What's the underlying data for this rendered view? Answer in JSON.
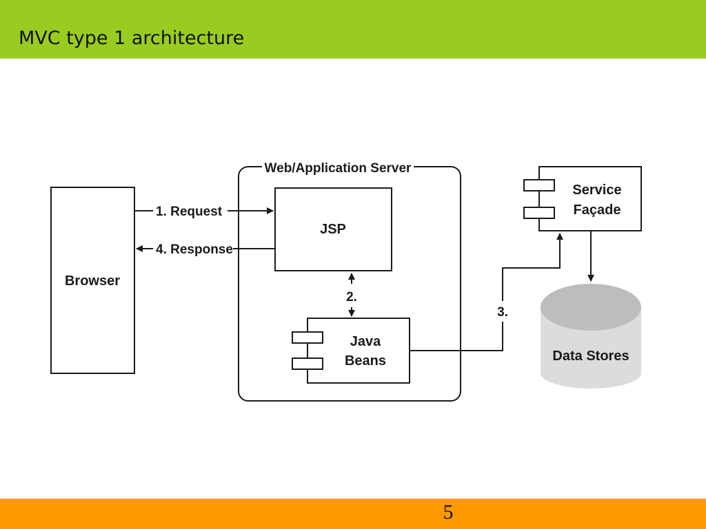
{
  "slide": {
    "title": "MVC type 1 architecture",
    "page_number": "5"
  },
  "diagram": {
    "server_label": "Web/Application Server",
    "browser": "Browser",
    "jsp": "JSP",
    "java_beans": [
      "Java",
      "Beans"
    ],
    "service_facade": [
      "Service",
      "Façade"
    ],
    "data_stores": "Data Stores",
    "request": "1. Request",
    "response": "4. Response",
    "step2": "2.",
    "step3": "3."
  },
  "colors": {
    "header": "#99cc21",
    "footer": "#ff9900",
    "cylinder_top": "#bdbdbd",
    "cylinder_body": "#dcdcdc"
  }
}
